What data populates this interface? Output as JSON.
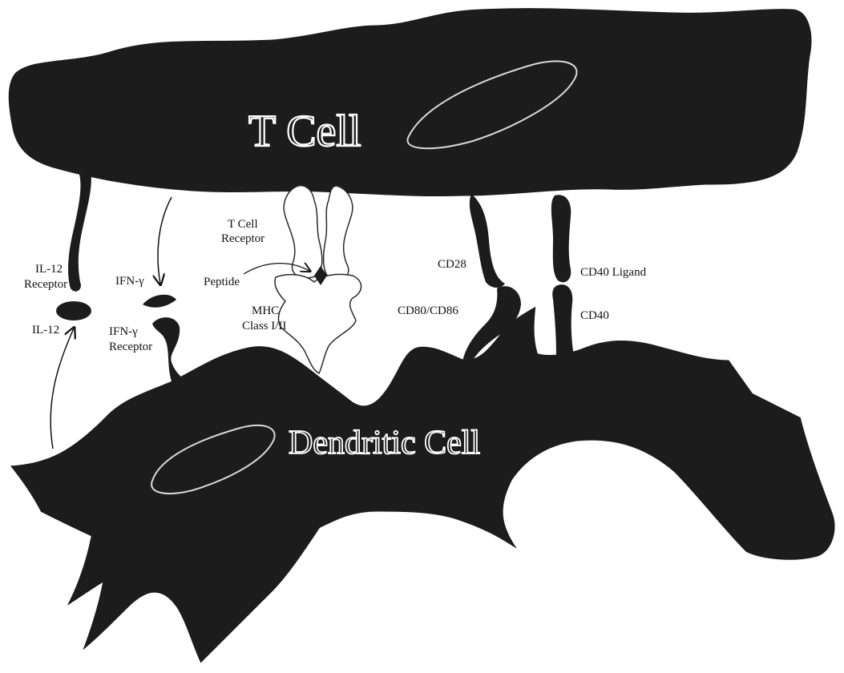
{
  "colors": {
    "cell_fill": "#1c1c1c",
    "cell_outline": "#ffffff",
    "receptor_outline": "#2a2a2a",
    "background": "#ffffff"
  },
  "cells": {
    "t_cell": "T Cell",
    "dendritic_cell": "Dendritic Cell"
  },
  "labels": {
    "il12_receptor": [
      "IL-12",
      "Receptor"
    ],
    "il12": "IL-12",
    "ifn_gamma": "IFN-γ",
    "ifn_gamma_receptor": [
      "IFN-γ",
      "Receptor"
    ],
    "t_cell_receptor": [
      "T Cell",
      "Receptor"
    ],
    "peptide": "Peptide",
    "mhc": [
      "MHC",
      "Class I/II"
    ],
    "cd28": "CD28",
    "cd80_cd86": "CD80/CD86",
    "cd40_ligand": "CD40 Ligand",
    "cd40": "CD40"
  },
  "icons": [
    "t-cell-shape",
    "dendritic-cell-shape",
    "nucleus-outline",
    "receptor-shape",
    "arrow"
  ]
}
